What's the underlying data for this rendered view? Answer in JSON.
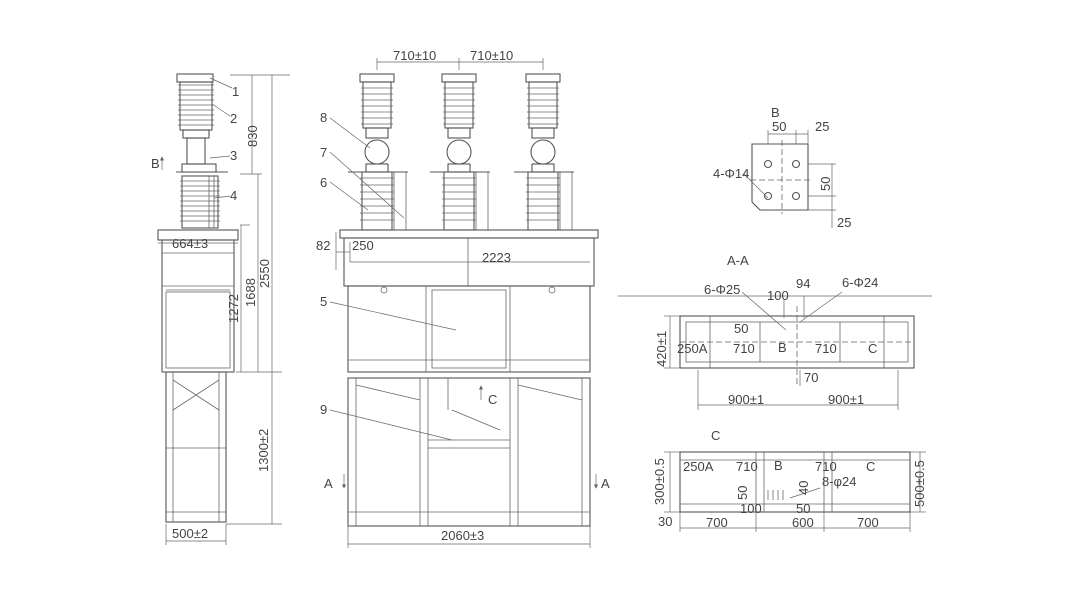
{
  "side_view": {
    "callouts": [
      "1",
      "2",
      "3",
      "4"
    ],
    "view_mark_b": "B",
    "dims": {
      "top_height": "830",
      "total_height": "2550",
      "width_664": "664±3",
      "h1272": "1272",
      "h1688": "1688",
      "h1300": "1300±2",
      "base_width": "500±2"
    }
  },
  "front_view": {
    "dims": {
      "pitch_left": "710±10",
      "pitch_right": "710±10",
      "offset_82": "82",
      "offset_250": "250",
      "width_2223": "2223",
      "base_width": "2060±3"
    },
    "callouts": [
      "8",
      "7",
      "6",
      "5",
      "9"
    ],
    "section_a_left": "A",
    "section_a_right": "A",
    "view_mark_c": "C"
  },
  "detail_b": {
    "title": "B",
    "d50_top": "50",
    "d25_top": "25",
    "holes": "4-Φ14",
    "d50_side": "50",
    "d25_bottom": "25"
  },
  "section_aa": {
    "title": "A-A",
    "holes_left": "6-Φ25",
    "holes_right": "6-Φ24",
    "d100": "100",
    "d94": "94",
    "d50": "50",
    "height": "420±1",
    "d250a": "250A",
    "d710_l": "710",
    "mark_b": "B",
    "d710_r": "710",
    "mark_c": "C",
    "d70": "70",
    "d900_l": "900±1",
    "d900_r": "900±1"
  },
  "view_c": {
    "title": "C",
    "h_left": "300±0.5",
    "h_right": "500±0.5",
    "d250a": "250A",
    "d710_l": "710",
    "mark_b": "B",
    "d710_r": "710",
    "mark_c": "C",
    "d50_v": "50",
    "d40": "40",
    "holes": "8-φ24",
    "d100": "100",
    "d50": "50",
    "d30": "30",
    "d700_l": "700",
    "d600": "600",
    "d700_r": "700"
  }
}
